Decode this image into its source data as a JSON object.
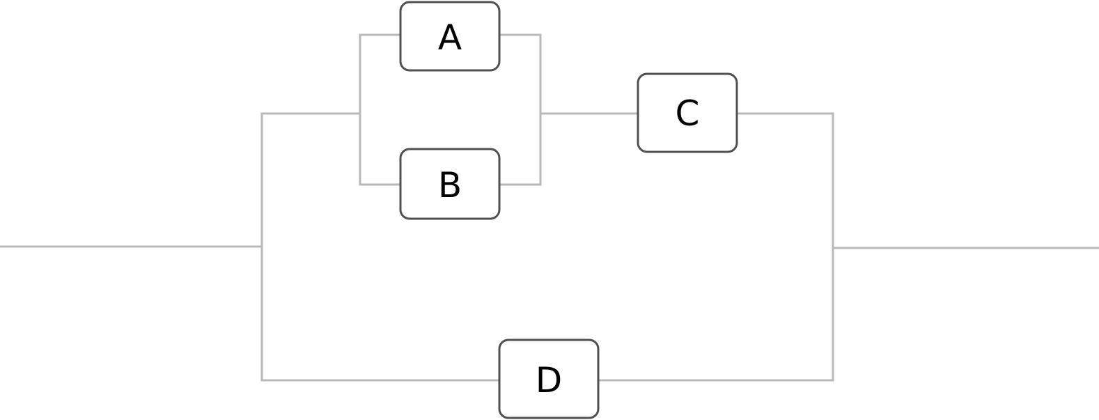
{
  "diagram": {
    "type": "reliability-block-diagram",
    "blocks": {
      "a": "A",
      "b": "B",
      "c": "C",
      "d": "D"
    },
    "colors": {
      "wire": "#b8b8b8",
      "block_border": "#505050",
      "block_fill": "#ffffff",
      "label": "#000000",
      "background": "#ffffff"
    }
  }
}
